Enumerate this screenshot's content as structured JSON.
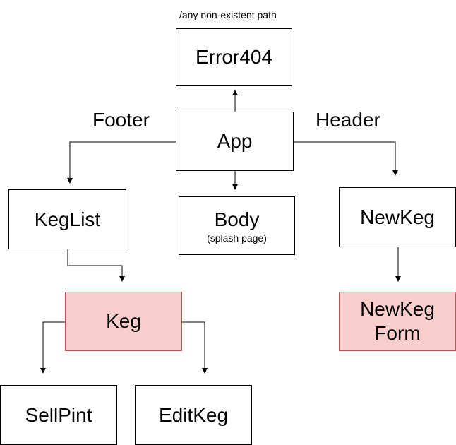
{
  "route_note": "/any non-existent path",
  "side_labels": {
    "footer": "Footer",
    "header": "Header"
  },
  "nodes": {
    "error404": {
      "label": "Error404"
    },
    "app": {
      "label": "App"
    },
    "keglist": {
      "label": "KegList"
    },
    "body": {
      "label": "Body",
      "sublabel": "(splash page)"
    },
    "newkeg": {
      "label": "NewKeg"
    },
    "keg": {
      "label": "Keg"
    },
    "newkeg_form": {
      "label": "NewKeg\nForm"
    },
    "sellpint": {
      "label": "SellPint"
    },
    "editkeg": {
      "label": "EditKeg"
    }
  },
  "colors": {
    "highlight_fill": "#f8cecc",
    "highlight_border": "#b85450",
    "line": "#000000"
  }
}
